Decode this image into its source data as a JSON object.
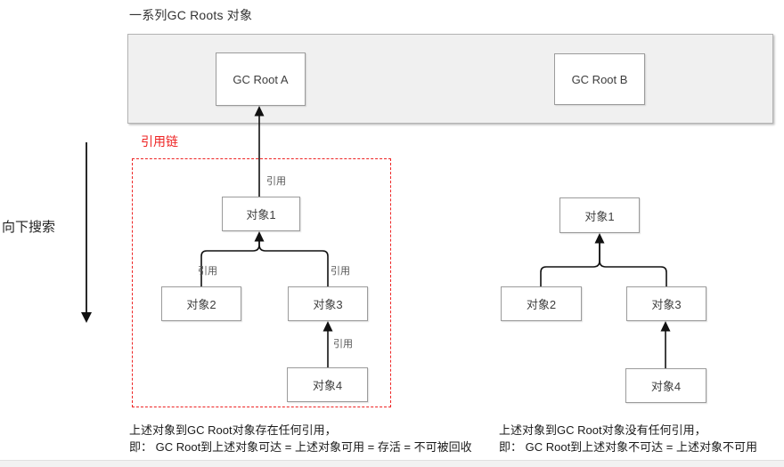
{
  "title": "一系列GC Roots 对象",
  "search_label": "向下搜索",
  "chain_label": "引用链",
  "edge_label": "引用",
  "gc_roots": {
    "a": "GC Root A",
    "b": "GC Root B"
  },
  "left_cluster": {
    "node1": "对象1",
    "node2": "对象2",
    "node3": "对象3",
    "node4": "对象4"
  },
  "right_cluster": {
    "node1": "对象1",
    "node2": "对象2",
    "node3": "对象3",
    "node4": "对象4"
  },
  "caption_left": {
    "line1": "上述对象到GC Root对象存在任何引用，",
    "line2": "即： GC Root到上述对象可达 = 上述对象可用 = 存活 = 不可被回收"
  },
  "caption_right": {
    "line1": "上述对象到GC Root对象没有任何引用，",
    "line2": "即： GC Root到上述对象不可达 = 上述对象不可用"
  },
  "colors": {
    "chain_red": "#ee2424",
    "box_border": "#9b9b9b",
    "container_fill": "#f0f0f0",
    "container_border": "#b3b3b3",
    "connector": "#111111"
  }
}
